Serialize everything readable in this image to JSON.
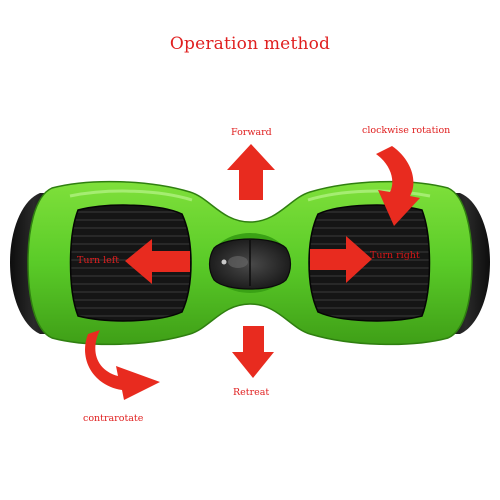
{
  "title": "Operation method",
  "labels": {
    "forward": "Forward",
    "clockwise": "clockwise rotation",
    "turn_left": "Turn left",
    "turn_right": "Turn right",
    "retreat": "Retreat",
    "contrarotate": "contrarotate"
  },
  "colors": {
    "arrow_red": "#e82b1f",
    "text_red": "#e02020",
    "board_green": "#5fcf2a",
    "board_green_dark": "#3f9f17",
    "pad_black": "#161616",
    "wheel_black": "#1c1c1c",
    "background": "#ffffff"
  },
  "icons": {
    "forward_arrow": "arrow-up-icon",
    "retreat_arrow": "arrow-down-icon",
    "left_arrow": "arrow-left-icon",
    "right_arrow": "arrow-right-icon",
    "clockwise_arrow": "rotate-clockwise-icon",
    "contrarotate_arrow": "rotate-counterclockwise-icon"
  }
}
